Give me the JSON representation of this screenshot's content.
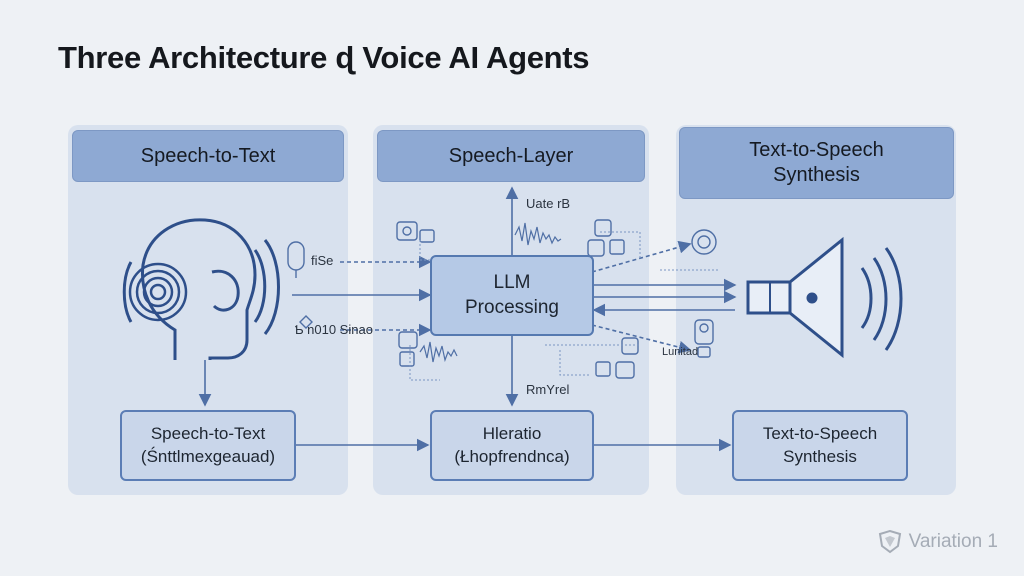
{
  "title": "Three Architecture ɖ Voice AI Agents",
  "panels": [
    {
      "header": "Speech-to-Text"
    },
    {
      "header": "Speech-Layer"
    },
    {
      "header_line1": "Text-to-Speech",
      "header_line2": "Synthesis"
    }
  ],
  "boxes": {
    "stt_line1": "Speech-to-Text",
    "stt_line2": "(Śnttlmexgeauad)",
    "llm_line1": "LLM",
    "llm_line2": "Processing",
    "mid_line1": "Hleratio",
    "mid_line2": "(Łhopfrendnca)",
    "tts_line1": "Text-to-Speech",
    "tts_line2": "Synthesis"
  },
  "labels": {
    "fise": "fiSe",
    "uate": "Uate rB",
    "sinao": "Ƅ n010 Sinao",
    "rmyrel": "RmYrel",
    "lunitad": "Lunitad"
  },
  "watermark": "Variation 1",
  "colors": {
    "panel": "#d8e1ee",
    "header": "#8ea9d3",
    "box_border": "#5b7db5",
    "arrow": "#4f6fa5"
  }
}
